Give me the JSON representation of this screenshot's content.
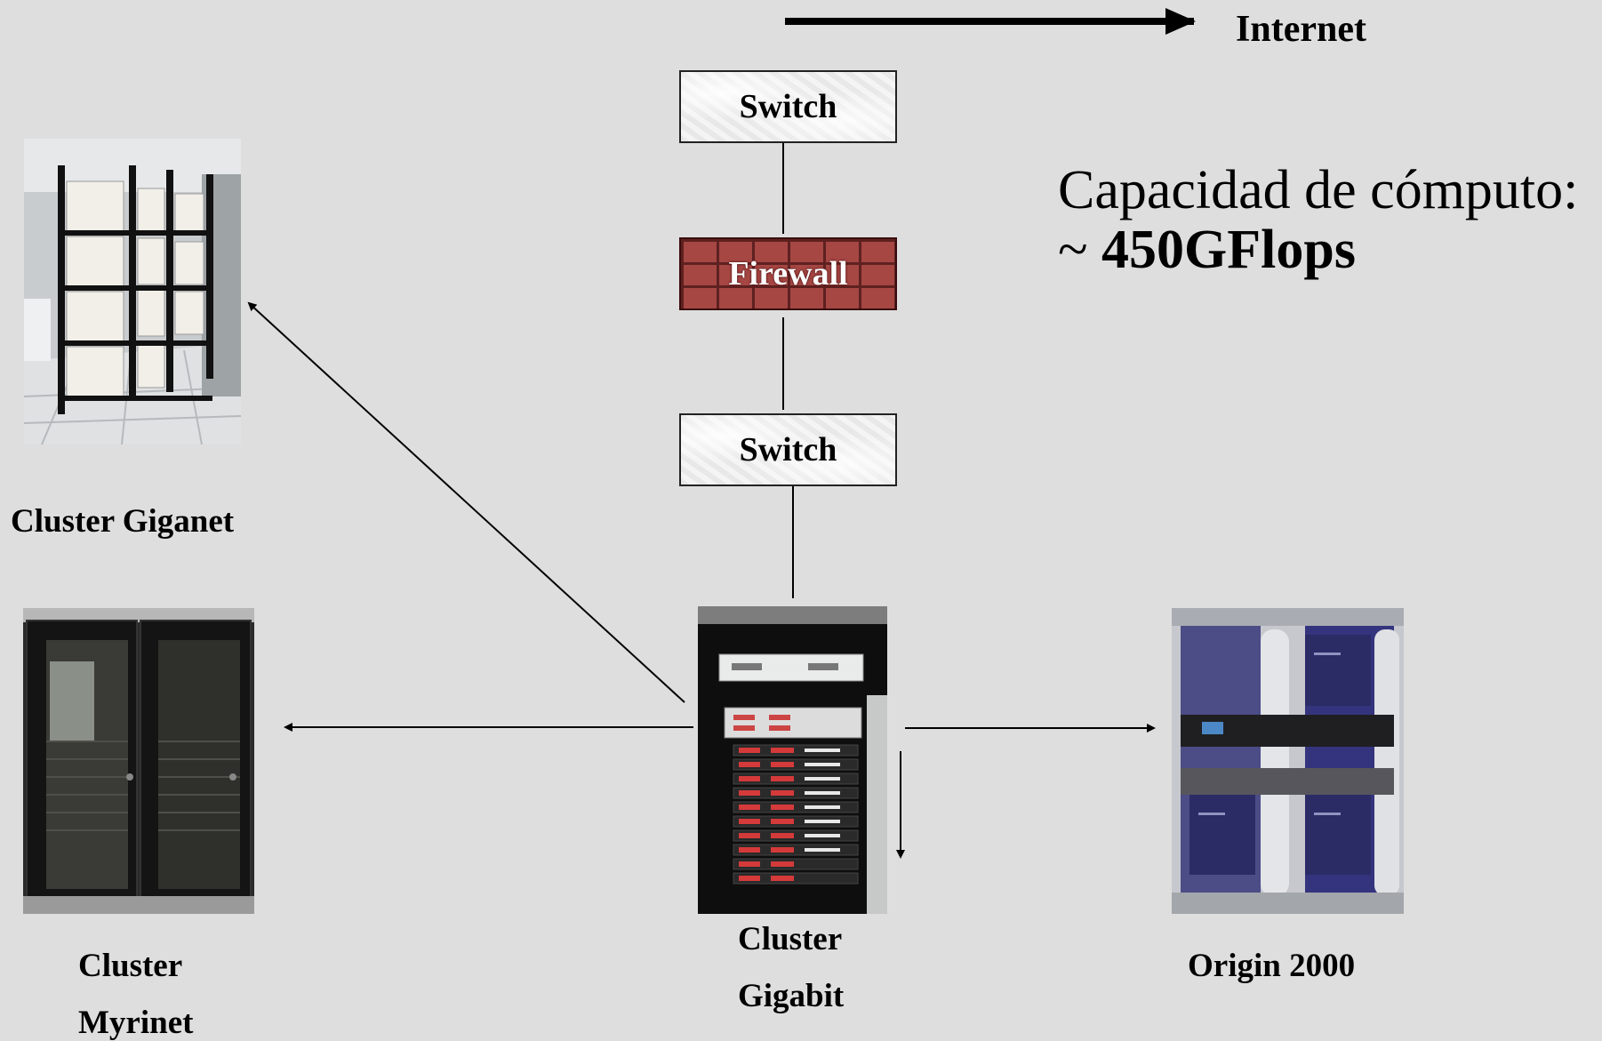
{
  "diagram": {
    "internet_label": "Internet",
    "switch_top_label": "Switch",
    "firewall_label": "Firewall",
    "switch_bottom_label": "Switch",
    "capacity": {
      "heading": "Capacidad de cómputo:",
      "tilde": "~",
      "value": "450GFlops"
    },
    "nodes": {
      "giganet": {
        "label": "Cluster Giganet"
      },
      "myrinet": {
        "label_line1": "Cluster",
        "label_line2": "Myrinet"
      },
      "gigabit": {
        "label_line1": "Cluster",
        "label_line2": "Gigabit"
      },
      "origin": {
        "label": "Origin 2000"
      }
    }
  }
}
